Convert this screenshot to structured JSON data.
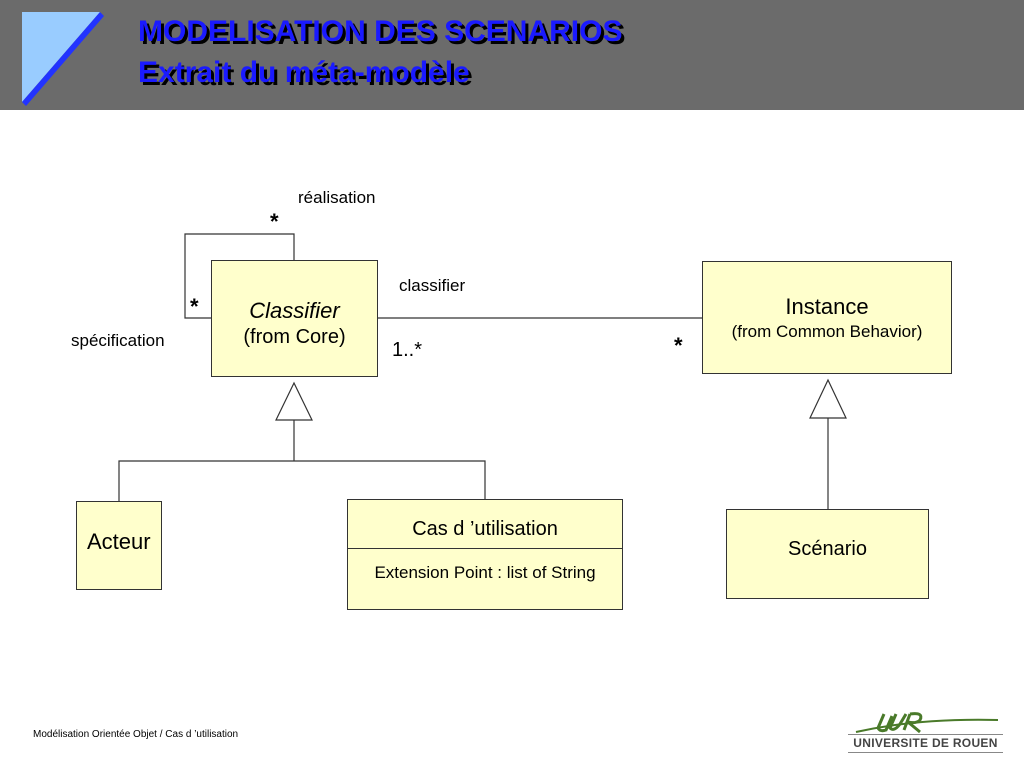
{
  "header": {
    "title_line1": "MODELISATION DES SCENARIOS",
    "title_line2": "Extrait du méta-modèle"
  },
  "diagram": {
    "classifier": {
      "name": "Classifier",
      "origin": "(from Core)"
    },
    "instance": {
      "name": "Instance",
      "origin": "(from Common Behavior)"
    },
    "acteur": {
      "name": "Acteur"
    },
    "cas_utilisation": {
      "name": "Cas d ’utilisation",
      "attribute": "Extension Point : list of String"
    },
    "scenario": {
      "name": "Scénario"
    },
    "labels": {
      "realisation": "réalisation",
      "specification": "spécification",
      "classifier_role": "classifier"
    },
    "multiplicities": {
      "realisation_star": "*",
      "specification_star": "*",
      "classifier_end": "1..*",
      "instance_end": "*"
    }
  },
  "footer": {
    "text": "Modélisation Orientée Objet / Cas d ’utilisation"
  },
  "logo": {
    "name": "UNIVERSITE DE ROUEN",
    "icon": "univ-rouen-logo"
  },
  "colors": {
    "title": "#1a1aff",
    "header_bg": "#6b6b6b",
    "box_fill": "#ffffcc",
    "accent_blue": "#3333ff",
    "light_blue": "#99ccff"
  }
}
